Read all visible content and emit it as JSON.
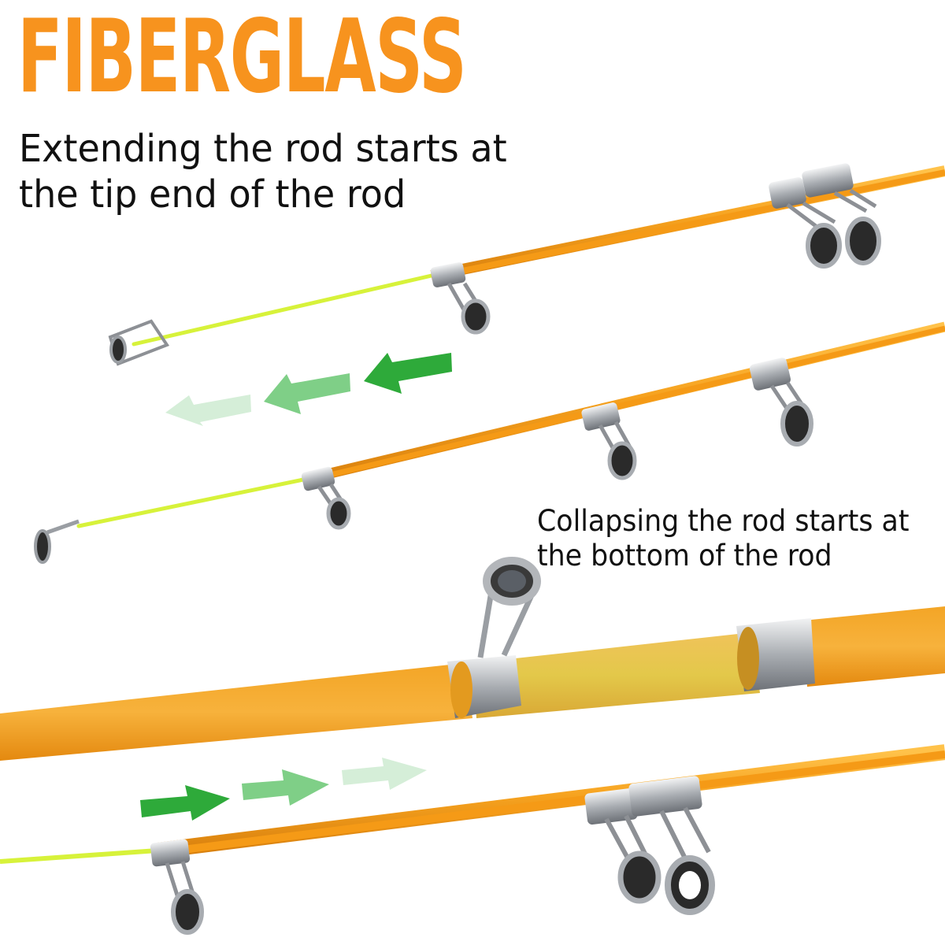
{
  "headline": {
    "text": "FIBERGLASS",
    "color": "#f7931e"
  },
  "extend_caption": {
    "line1": "Extending the rod starts at",
    "line2": "the tip end of the rod"
  },
  "collapse_caption": {
    "line1": "Collapsing the rod starts at",
    "line2": "the bottom of the rod"
  },
  "colors": {
    "rod_orange": "#f6a21f",
    "rod_tip_yellow": "#d7f23a",
    "arrow_dark": "#2eaa3a",
    "arrow_mid": "#7fcf87",
    "arrow_light": "#d5eed8",
    "metal": "#b9bcc0"
  },
  "icons": {
    "extend_arrows": "arrow-left-icon",
    "collapse_arrows": "arrow-right-icon",
    "guides": "rod-guide-icon"
  }
}
